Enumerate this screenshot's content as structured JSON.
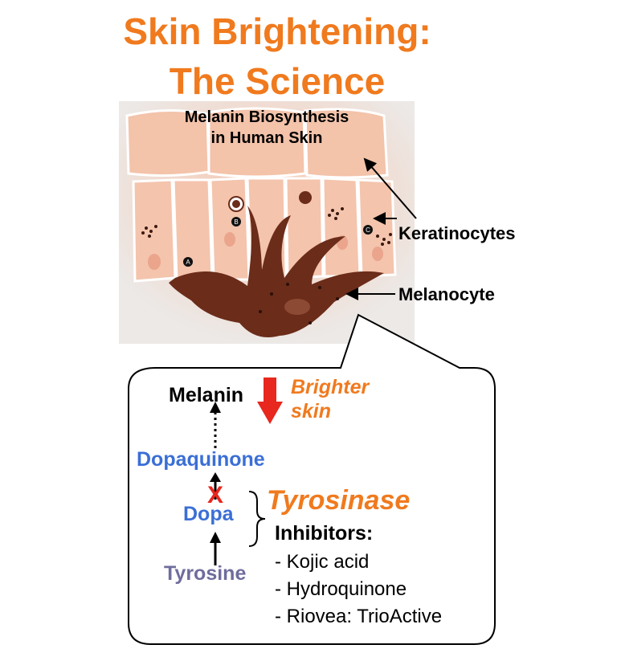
{
  "title": {
    "line1": "Skin Brightening:",
    "line2": "The Science"
  },
  "illustration": {
    "caption_line1": "Melanin Biosynthesis",
    "caption_line2": "in Human Skin",
    "cell_markers": [
      "A",
      "B",
      "C"
    ],
    "keratinocytes_label": "Keratinocytes",
    "melanocyte_label": "Melanocyte"
  },
  "pathway": {
    "melanin": "Melanin",
    "brighter_line1": "Brighter",
    "brighter_line2": "skin",
    "dopaquinone": "Dopaquinone",
    "dopa": "Dopa",
    "tyrosine": "Tyrosine",
    "block_mark": "X",
    "enzyme": "Tyrosinase",
    "inhibitors_heading": "Inhibitors:",
    "inhibitors": [
      "- Kojic acid",
      "- Hydroquinone",
      "- Riovea: TrioActive"
    ]
  },
  "colors": {
    "title_orange": "#f07a1e",
    "metabolite_blue": "#3b6fd6",
    "tyrosine_slate": "#6f6d9c",
    "down_arrow_red": "#e8271e",
    "melanocyte_brown": "#6b2c1a"
  }
}
